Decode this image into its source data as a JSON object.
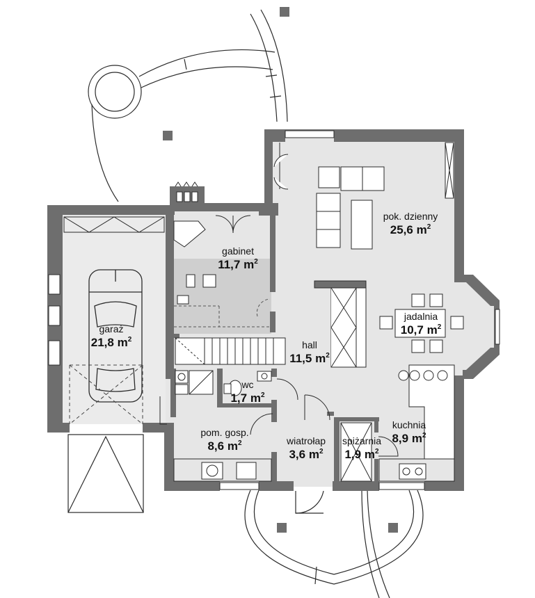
{
  "rooms": [
    {
      "name": "garaż",
      "area": "21,8",
      "unit": "m",
      "exp": "2"
    },
    {
      "name": "gabinet",
      "area": "11,7",
      "unit": "m",
      "exp": "2"
    },
    {
      "name": "pok. dzienny",
      "area": "25,6",
      "unit": "m",
      "exp": "2"
    },
    {
      "name": "jadalnia",
      "area": "10,7",
      "unit": "m",
      "exp": "2"
    },
    {
      "name": "hall",
      "area": "11,5",
      "unit": "m",
      "exp": "2"
    },
    {
      "name": "wc",
      "area": "1,7",
      "unit": "m",
      "exp": "2"
    },
    {
      "name": "pom. gosp.",
      "area": "8,6",
      "unit": "m",
      "exp": "2"
    },
    {
      "name": "wiatrołap",
      "area": "3,6",
      "unit": "m",
      "exp": "2"
    },
    {
      "name": "spiżarnia",
      "area": "1,9",
      "unit": "m",
      "exp": "2"
    },
    {
      "name": "kuchnia",
      "area": "8,9",
      "unit": "m",
      "exp": "2"
    }
  ],
  "colors": {
    "wall": "#6e6e6e",
    "floor": "#e6e6e6",
    "garage_floor": "#ebebeb",
    "office_floor": "#cfcfcf",
    "line": "#2a2a2a",
    "watermark": "#f2f2f2"
  }
}
